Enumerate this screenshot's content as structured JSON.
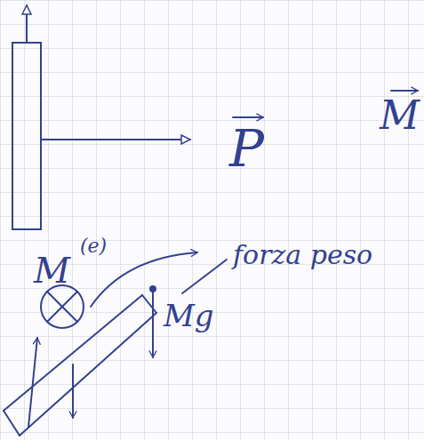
{
  "diagram": {
    "labels": [
      "P",
      "M",
      "M",
      "(e)",
      "forza peso",
      "Mg"
    ]
  }
}
